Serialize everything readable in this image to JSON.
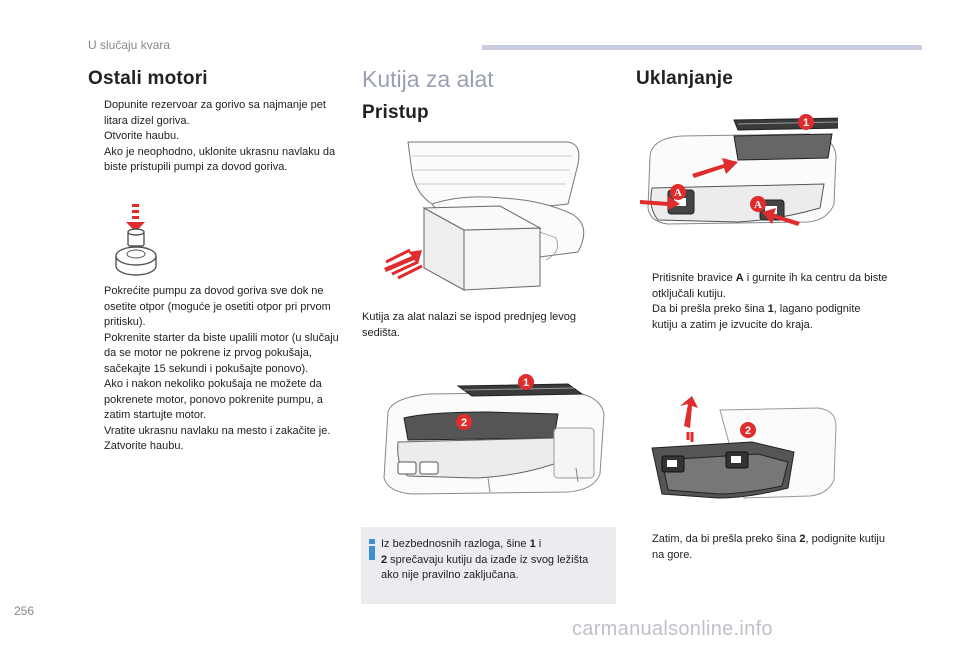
{
  "header": {
    "section": "U slučaju kvara"
  },
  "page_number": "256",
  "watermark": "carmanualsonline.info",
  "left": {
    "title": "Ostali motori",
    "bullets_top": [
      "Dopunite rezervoar za gorivo sa najmanje pet litara dizel goriva.",
      "Otvorite haubu.",
      "Ako je neophodno, uklonite ukrasnu navlaku da biste pristupili pumpi za dovod goriva."
    ],
    "bullets_bottom": [
      "Pokrećite pumpu za dovod goriva sve dok ne osetite otpor (moguće je osetiti otpor pri prvom pritisku).",
      "Pokrenite starter da biste upalili motor (u slučaju da se motor ne pokrene iz prvog pokušaja, sačekajte 15 sekundi i pokušajte ponovo).",
      "Ako i nakon nekoliko pokušaja ne možete da pokrenete motor, ponovo pokrenite pumpu, a zatim startujte motor.",
      "Vratite ukrasnu navlaku na mesto i zakačite je.",
      "Zatvorite haubu."
    ]
  },
  "middle": {
    "title": "Kutija za alat",
    "subtitle": "Pristup",
    "paragraph": "Kutija za alat nalazi se ispod prednjeg levog sedišta.",
    "figure_labels": [
      "1",
      "2"
    ],
    "info": {
      "text_a": "Iz bezbednosnih razloga, šine ",
      "bold_1": "1",
      "text_b": " i ",
      "bold_2": "2",
      "text_c": " sprečavaju kutiju da izađe iz svog ležišta ako nije pravilno zaključana."
    }
  },
  "right": {
    "title": "Uklanjanje",
    "figure1_labels": [
      "1",
      "A",
      "A"
    ],
    "bullets": [
      {
        "a": "Pritisnite bravice ",
        "b": "A",
        "c": " i gurnite ih ka centru da biste otključali kutiju."
      },
      {
        "a": "Da bi prešla preko šina ",
        "b": "1",
        "c": ", lagano podignite kutiju a zatim je izvucite do kraja."
      }
    ],
    "figure2_labels": [
      "2"
    ],
    "bullet_last": {
      "a": "Zatim, da bi prešla preko šina ",
      "b": "2",
      "c": ", podignite kutiju na gore."
    }
  },
  "bullet_mark": "",
  "colors": {
    "accent_red": "#e02c2c",
    "header_bar": "#c9ccdf",
    "info_box": "#ebecf0",
    "info_icon": "#3e8fd4"
  }
}
